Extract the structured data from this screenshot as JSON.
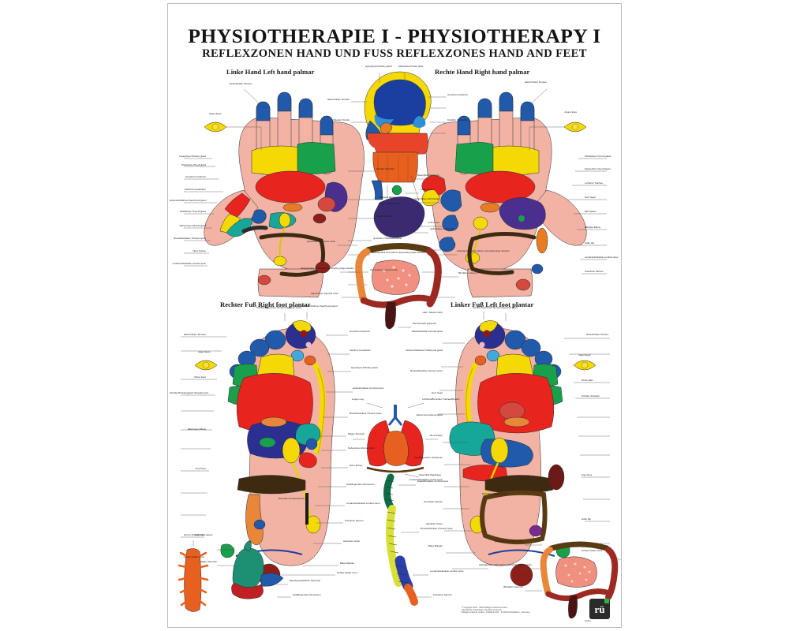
{
  "poster": {
    "title_de": "PHYSIOTHERAPIE I",
    "title_sep": "-",
    "title_en": "PHYSIOTHERAPY I",
    "title_full": "PHYSIOTHERAPIE I  -  PHYSIOTHERAPY I",
    "subtitle_de": "REFLEXZONEN HAND UND FUSS",
    "subtitle_en": "REFLEXZONES HAND AND FEET",
    "subtitle_full": "REFLEXZONEN HAND UND FUSS          REFLEXZONES HAND AND FEET",
    "copyright": "© Copyright 2011 · 2002 Rüdiger Anatomie GmbH\nAlle Rechte vorbehalten / All rights reserved\nRüdiger Anatomie GmbH · Postfach 1151 · D-74621 Pfedelbach · Germany",
    "logo_text": "rü",
    "logo_sub": "Rüdiger"
  },
  "sections": {
    "hand_left": "Linke Hand   Left hand   palmar",
    "hand_right": "Rechte Hand   Right hand   palmar",
    "foot_right": "Rechter Fuß   Right foot   plantar",
    "foot_left": "Linker Fuß   Left foot   plantar"
  },
  "colors": {
    "skin": "#f2b3a5",
    "skin_light": "#f7cdc2",
    "blue_toe": "#2159ab",
    "yellow": "#f5d905",
    "green": "#18a04a",
    "red": "#e8241f",
    "darkred": "#9c2220",
    "navy": "#2b2f8f",
    "purple": "#4a2f8f",
    "orange": "#e87c22",
    "teal": "#17a79a",
    "brown": "#6b3f16",
    "darkbrown": "#3d2a10",
    "pink": "#e89aa8",
    "frame": "#b9b9b9",
    "line": "#4c4c4c"
  },
  "labels": {
    "hand_left_outer": [
      "Augen\nEyes",
      "Hypophyse\nPituitary gland",
      "Zirbeldrüse\nPineal gland",
      "Grosshirn\nCerebrum",
      "Kleinhirn\nCerebellum",
      "Nebenschilddrüse\nParathyroid gland",
      "Schilddrüse\nThyroid gland",
      "Nebenniere\nAdrenal gland",
      "Brustwirbelsäule\nThoracic spine",
      "Niere\nKidney",
      "Lendenwirbelsäule\nLumbar spine",
      "Kreuzbein\nSacrum",
      "Steissbein\nCoccyx"
    ],
    "hand_left_inner": [
      "Nebenhöhlen\nSinuses",
      "Mandeln\nTonsils",
      "Mundboden\nMouth",
      "Nacken\nNeck",
      "Schulter\nShoulder",
      "Ellbogen\nElbow",
      "Magen\nStomach",
      "Bauchspeicheldrüse\nPancreas",
      "Querkolon\nTransverse colon",
      "absteigendes Grimmdarm\ndescending large intestine",
      "Sigmoideum\nSigmoid colon"
    ],
    "hand_right_outer": [
      "Augen\nEyes",
      "Schilddrüse\nThyroid gland",
      "Speiseröhre\nOesophagus",
      "Luftröhre\nTrachea",
      "Herz\nHeart",
      "Milz\nSpleen",
      "Ellbogen\nElbow",
      "Hüfte\nHip",
      "Lendenwirbelsäule\nLumbar spine",
      "Kreuzbein\nSacrum",
      "Steissbein\nCoccyx"
    ],
    "hand_right_inner": [
      "Nebenhöhlen\nSinuses",
      "Mandeln\nTonsils",
      "Zwerchfell\nDiaphragm",
      "Gallenblase\nGall bladder",
      "Leber\nLiver",
      "aufsteigendes Grimmdarm\nascending large intestine",
      "Blinddarm\nCaecum"
    ],
    "head_diagram": [
      "Hypophyse\nPituitary gland",
      "Zirbeldrüse\nPineal gland",
      "Grosshirn\nCerebrum",
      "Kleinhirn\nCerebellum",
      "Nebenhöhlen\nSinuses",
      "Mandeln\nTonsils",
      "Hals / Nacken\nNeck"
    ],
    "foot_right_outer": [
      "Augen\nEyes",
      "Ohren\nEars",
      "Nebenschilddrüse\nParathyroid gland",
      "Schulter/Schultergelenk\nShoulder joint",
      "Knie\nKnee",
      "Ellenbogen\nElbow",
      "Hüfte\nHip",
      "Ischias\nSciatic nerve"
    ],
    "foot_right_inner": [
      "Schläfe/Trigeminus\nTemple/Trigeminal nerve",
      "Nebenhöhlen\nSinuses",
      "Schilddrüse\nThyroid gland",
      "Grosshirn\nCerebrum",
      "Kleinhirn\nCerebellum",
      "Hypophyse\nPituitary gland",
      "Mandeln\nTonsils",
      "Halswirbelsäule\nCervical spine",
      "Brustwirbelsäule\nThoracic spine",
      "Lunge\nLung",
      "Magen\nStomach",
      "Nebenniere\nAdrenal gland",
      "Niere\nKidney",
      "Zwölffingerdarm\nDuodenum",
      "Lendenwirbelsäule\nLumbar spine",
      "Kreuzbein\nSacrum",
      "Harnleiter\nUreter",
      "Blase\nBladder",
      "Ischias\nSciatic nerve",
      "Dünndarm\nSmall intestine"
    ],
    "foot_left_outer": [
      "Augen\nEyes",
      "Ohren\nEars",
      "Schulter\nShoulder",
      "Knie\nKnee",
      "Hüfte\nHip",
      "Ischias\nSciatic nerve",
      "Nebenhöhlen\nSinuses"
    ],
    "foot_left_inner": [
      "Schläfe/Trigeminus\nTemple/Trigeminal nerve",
      "Hals / Nacken\nNeck",
      "Halswirbelsäule\nCervical spine",
      "Nebenschilddrüse\nParathyroid gland",
      "Brustwirbelsäule\nThoracic spine",
      "Herz\nHeart",
      "Solar plexus\nSolar plexus",
      "Milz\nSpleen",
      "Nebenniere\nAdrenal gland",
      "Niere\nKidney",
      "Zwölffingerdarm\nDuodenum",
      "Lendenwirbelsäule\nLumbar spine",
      "Kreuzbein\nSacrum",
      "Harnleiter\nUreter",
      "Blase\nBladder",
      "Dünndarm\nSmall intestine",
      "Ischias\nSciatic nerve"
    ],
    "organ_diagrams": [
      "Lunge\nLung",
      "Luftröhre/Bronchien\nTrachea/Bronchi",
      "Zwerchfell\nDiaphragm",
      "Halswirbelsäule\nCervical spine",
      "Brustwirbelsäule\nThoracic spine",
      "Lendenwirbelsäule\nLumbar spine",
      "Kreuzbein\nSacrum",
      "Nerven Plexus\nNerve plexus",
      "Magen\nStomach",
      "Bauchspeicheldrüse\nPancreas",
      "Zwölffingerdarm\nDuodenum",
      "Querkolon\nTransverse colon",
      "aufsteigendes Grimmdarm\nascending large intestine",
      "absteigendes Grimmdarm\ndescending large intestine",
      "Dünndarm\nSmall intestine",
      "Blinddarm\nCaecum",
      "Wurmfortsatz\nAppendix",
      "Sigmoideum\nSigmoid colon",
      "Leber\nLiver",
      "Gallenblase\nGall bladder"
    ]
  }
}
